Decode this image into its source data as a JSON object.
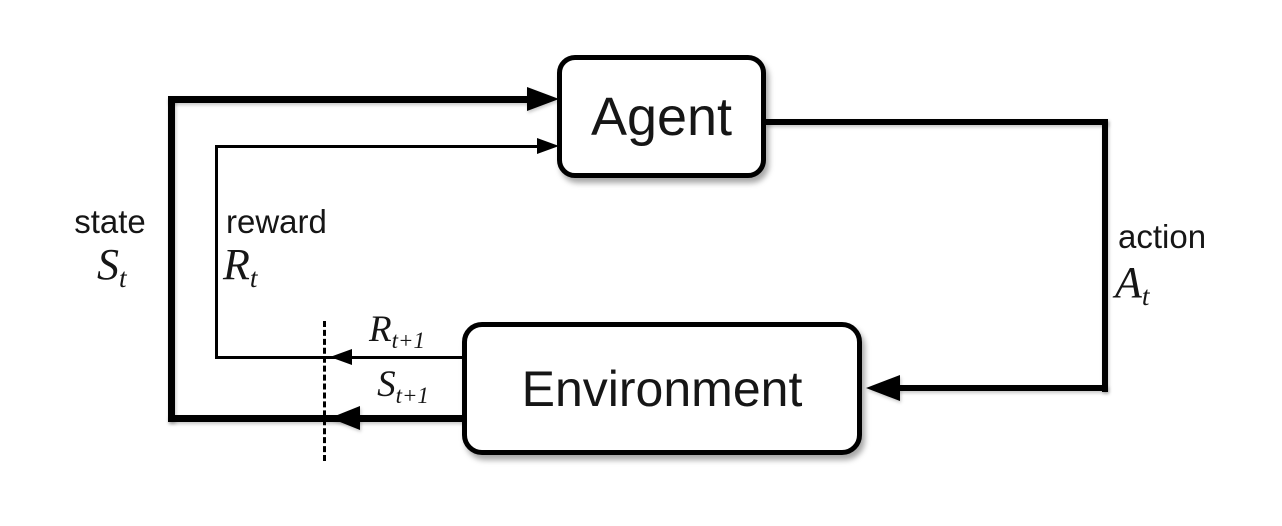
{
  "nodes": {
    "agent": "Agent",
    "environment": "Environment"
  },
  "labels": {
    "state": {
      "word": "state",
      "symbol": "S",
      "subscript": "t"
    },
    "reward": {
      "word": "reward",
      "symbol": "R",
      "subscript": "t"
    },
    "action": {
      "word": "action",
      "symbol": "A",
      "subscript": "t"
    },
    "next_reward": {
      "symbol": "R",
      "subscript": "t+1"
    },
    "next_state": {
      "symbol": "S",
      "subscript": "t+1"
    }
  },
  "colors": {
    "line": "#000000",
    "background": "#ffffff",
    "text": "#161616"
  }
}
